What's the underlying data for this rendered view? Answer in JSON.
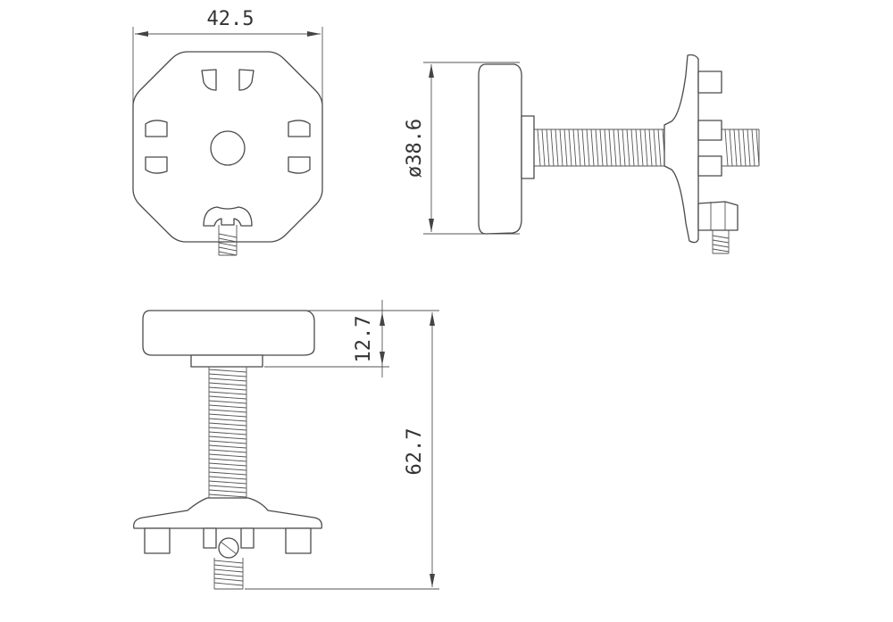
{
  "dimensions": {
    "width_top": "42.5",
    "diameter_side": "ø38.6",
    "head_height": "12.7",
    "overall_height": "62.7"
  },
  "colors": {
    "line": "#4a4a4a",
    "dimension_line": "#555555",
    "background": "#ffffff"
  }
}
